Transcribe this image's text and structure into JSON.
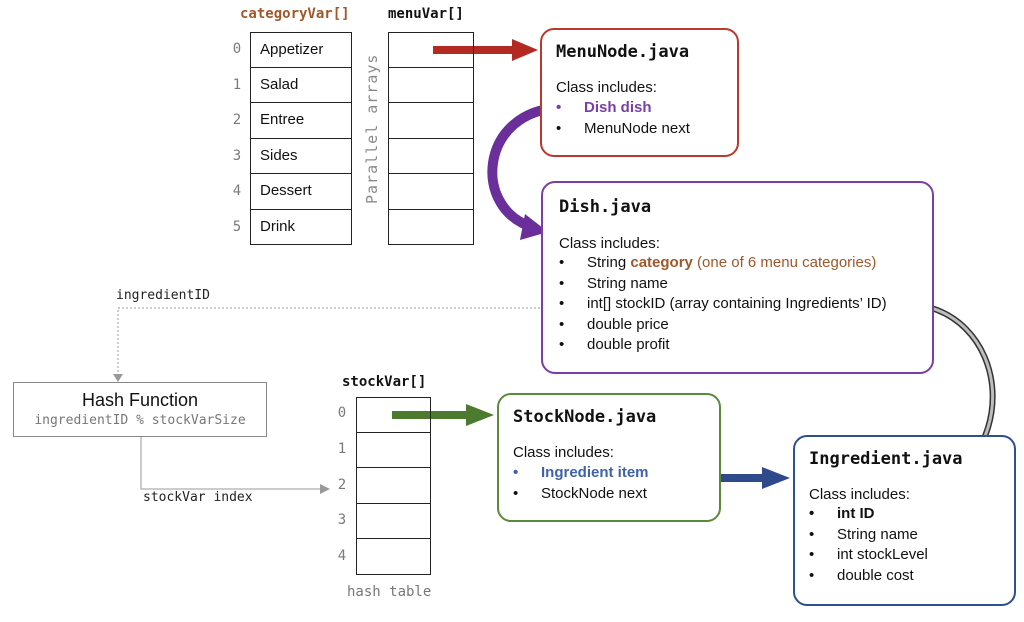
{
  "category_array": {
    "header": "categoryVar[]",
    "indices": [
      "0",
      "1",
      "2",
      "3",
      "4",
      "5"
    ],
    "items": [
      "Appetizer",
      "Salad",
      "Entree",
      "Sides",
      "Dessert",
      "Drink"
    ],
    "color": "#a0582a"
  },
  "menu_array": {
    "header": "menuVar[]",
    "side_label": "Parallel arrays"
  },
  "menu_node": {
    "title": "MenuNode.java",
    "includes": "Class includes:",
    "fields": [
      {
        "text": "Dish dish",
        "style": "purple-bold"
      },
      {
        "text": "MenuNode next",
        "style": "normal"
      }
    ],
    "border_color": "#b83a2e"
  },
  "dish": {
    "title": "Dish.java",
    "includes": "Class includes:",
    "fields": [
      {
        "prefix": "String ",
        "highlight": "category",
        "suffix": " (one of 6 menu categories)"
      },
      {
        "text": "String name"
      },
      {
        "text": "int[] stockID (array containing Ingredients’ ID)"
      },
      {
        "text": "double price"
      },
      {
        "text": "double profit"
      }
    ],
    "border_color": "#7b3fa4"
  },
  "hash_function": {
    "title": "Hash Function",
    "formula": "ingredientID % stockVarSize",
    "input_label": "ingredientID",
    "output_label": "stockVar index"
  },
  "stock_array": {
    "header": "stockVar[]",
    "indices": [
      "0",
      "1",
      "2",
      "3",
      "4"
    ],
    "caption": "hash table"
  },
  "stock_node": {
    "title": "StockNode.java",
    "includes": "Class includes:",
    "fields": [
      {
        "text": "Ingredient item",
        "style": "blue-bold"
      },
      {
        "text": "StockNode next",
        "style": "normal"
      }
    ],
    "border_color": "#5a8a3a"
  },
  "ingredient": {
    "title": "Ingredient.java",
    "includes": "Class includes:",
    "fields": [
      {
        "text": "int ID",
        "style": "bold"
      },
      {
        "text": "String name",
        "style": "normal"
      },
      {
        "text": "int stockLevel",
        "style": "normal"
      },
      {
        "text": "double cost",
        "style": "normal"
      }
    ],
    "border_color": "#2f4f8f"
  },
  "colors": {
    "red_arrow": "#b32a22",
    "purple_arrow": "#6a2f9a",
    "green_arrow": "#4c7a2e",
    "blue_arrow": "#2f4a8a",
    "gray_arrow": "#6e6e6e",
    "dish_purple": "#7b3fa4",
    "category_brown": "#a0582a",
    "item_blue": "#3f62a8"
  }
}
